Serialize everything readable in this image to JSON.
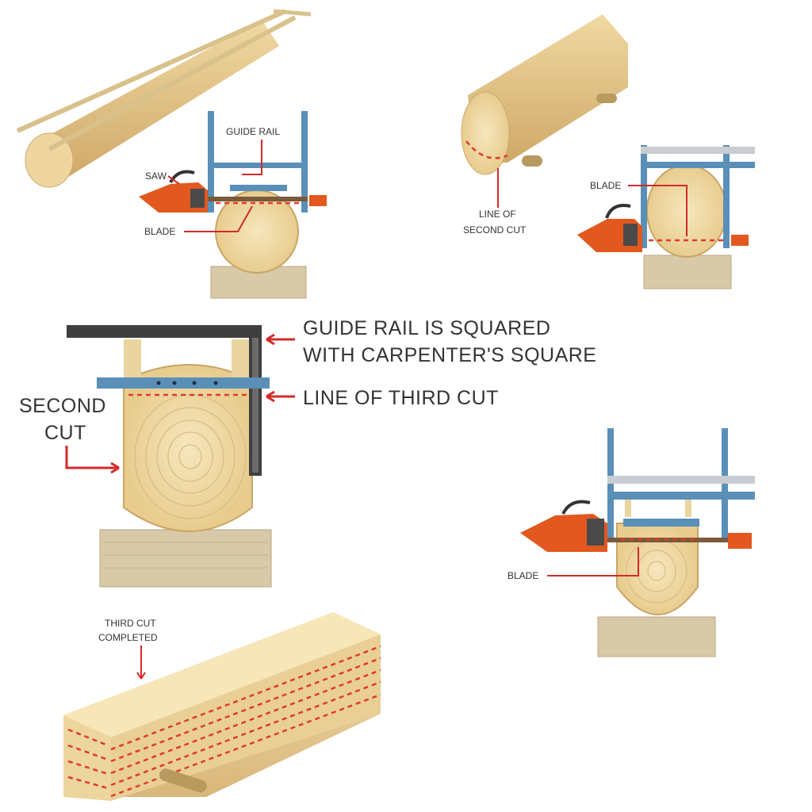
{
  "labels": {
    "guide_rail": "GUIDE RAIL",
    "saw": "SAW",
    "blade_top_left": "BLADE",
    "line_of_second_cut_1": "LINE OF",
    "line_of_second_cut_2": "SECOND CUT",
    "blade_top_right": "BLADE",
    "guide_rail_squared_1": "GUIDE RAIL IS SQUARED",
    "guide_rail_squared_2": "WITH CARPENTER'S SQUARE",
    "line_of_third_cut": "LINE OF THIRD CUT",
    "second_cut_1": "SECOND",
    "second_cut_2": "CUT",
    "blade_bottom_right": "BLADE",
    "third_cut_completed_1": "THIRD CUT",
    "third_cut_completed_2": "COMPLETED"
  },
  "colors": {
    "wood_light": "#f2deaa",
    "wood_mid": "#e6c98a",
    "wood_dark": "#c9a564",
    "rail_blue": "#5a8fb8",
    "rail_grey": "#c9cdd2",
    "saw_orange": "#e2581f",
    "arrow_red": "#d42a2a",
    "base_block": "#d8c9a8"
  }
}
